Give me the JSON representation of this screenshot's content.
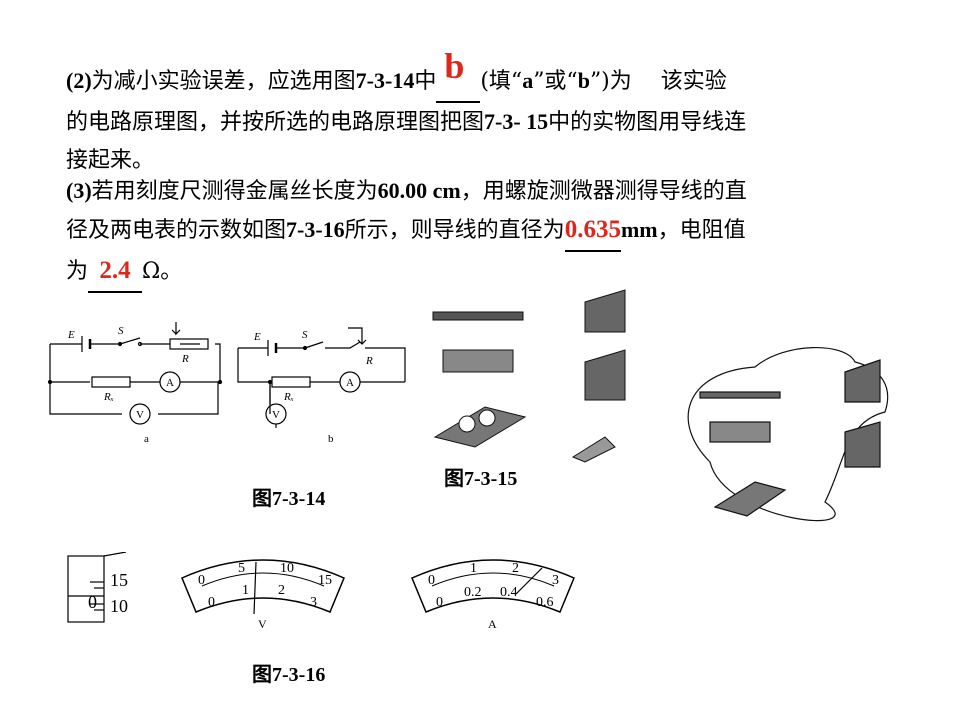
{
  "q2": {
    "prefix": "(2)",
    "line1_a": "为减小实验误差，应选用图",
    "fig_ref_1": "7-3-14",
    "line1_b": "中",
    "answer_circuit": "b",
    "line1_c": "(填“",
    "opt_a": "a",
    "line1_d": "”或“",
    "opt_b": "b",
    "line1_e": "”)为　 该实验",
    "line2_a": "的电路原理图，并按所选的电路原理图把图",
    "fig_ref_2": "7-3- 15",
    "line2_b": "中的实物图用导线连",
    "line3": "接起来。"
  },
  "q3": {
    "prefix": "(3)",
    "line1_a": "若用刻度尺测得金属丝长度为",
    "length_value": "60.00 cm",
    "line1_b": "，用螺旋测微器测得导线的直",
    "line2_a": "径及两电表的示数如图",
    "fig_ref": "7-3-16",
    "line2_b": "所示，则导线的直径为",
    "answer_diameter": "0.635",
    "unit_mm": "mm",
    "line2_c": "，电阻值",
    "line3_a": "为",
    "answer_resistance": "2.4",
    "line3_b": "Ω。"
  },
  "figures": {
    "fig14_caption": "图7-3-14",
    "fig15_caption": "图7-3-15",
    "fig16_caption": "图7-3-16",
    "circuit_a_label": "a",
    "circuit_b_label": "b",
    "label_E": "E",
    "label_S": "S",
    "label_R": "R",
    "label_Rx": "Rₓ",
    "label_A": "A",
    "label_V": "V",
    "micrometer_ticks": [
      "15",
      "10"
    ],
    "micrometer_zero": "0",
    "voltmeter_top_scale": [
      "0",
      "5",
      "10",
      "15"
    ],
    "voltmeter_bottom_scale": [
      "0",
      "1",
      "2",
      "3"
    ],
    "voltmeter_unit": "V",
    "ammeter_top_scale": [
      "0",
      "1",
      "2",
      "3"
    ],
    "ammeter_bottom_scale": [
      "0",
      "0.2",
      "0.4",
      "0.6"
    ],
    "ammeter_unit": "A"
  },
  "colors": {
    "answer": "#e0261a",
    "text": "#000000"
  }
}
